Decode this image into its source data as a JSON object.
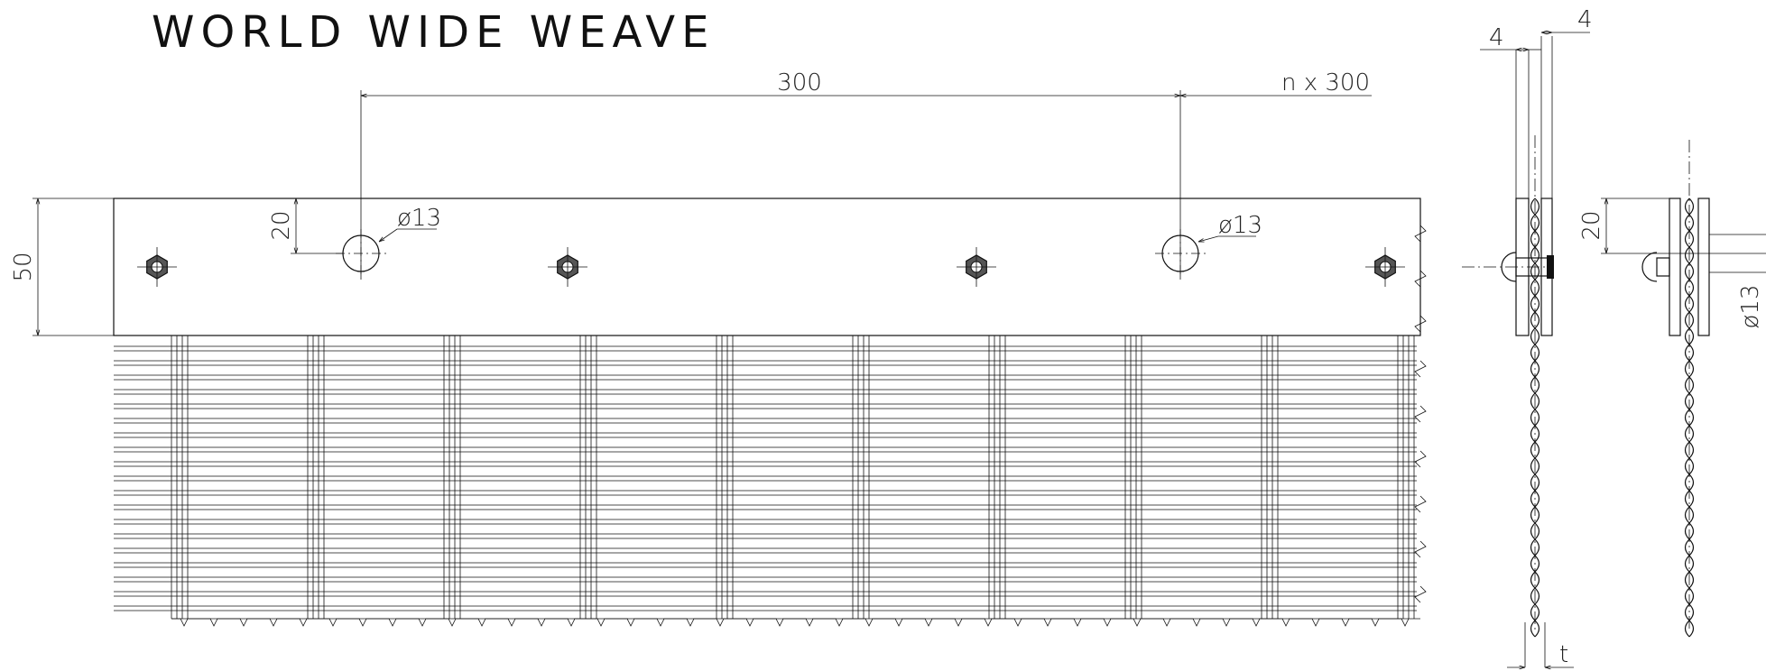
{
  "title": "WORLD WIDE WEAVE",
  "dimensions": {
    "pitch": "300",
    "pitch_multiple": "n x 300",
    "strip_height": "50",
    "hole_offset": "20",
    "hole_diameter_1": "ø13",
    "hole_diameter_2": "ø13",
    "plate_thickness_left": "4",
    "plate_thickness_right": "4",
    "mesh_thickness": "t",
    "side_hole_offset": "20",
    "side_hole_diameter": "ø13"
  },
  "colors": {
    "line": "#111111",
    "background": "#ffffff"
  }
}
